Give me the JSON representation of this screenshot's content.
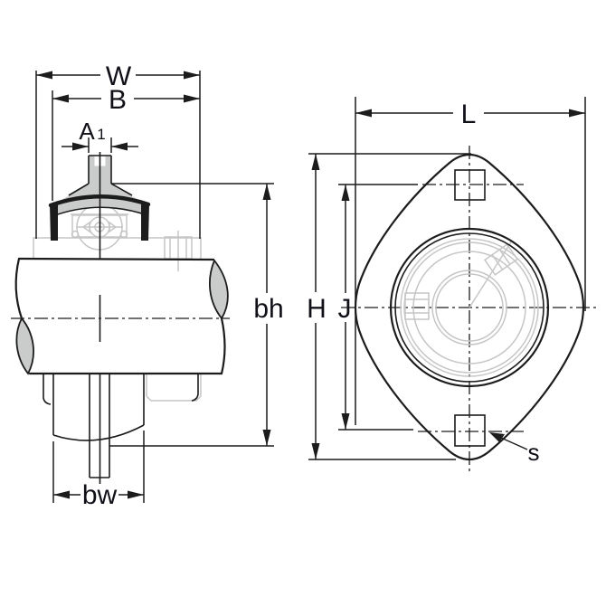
{
  "colors": {
    "bg": "#ffffff",
    "line": "#1c1c1c",
    "label": "#101018",
    "ghost": "#c6c6c6",
    "fill": "#cacccb"
  },
  "side_view": {
    "labels": {
      "width_outer": "W",
      "width_inner": "B",
      "stem": "A",
      "stem_sub": "1",
      "height": "bh",
      "base_width": "bw"
    }
  },
  "front_view": {
    "labels": {
      "length": "L",
      "height": "H",
      "bolt_spacing": "J",
      "bolt_size": "s"
    }
  }
}
